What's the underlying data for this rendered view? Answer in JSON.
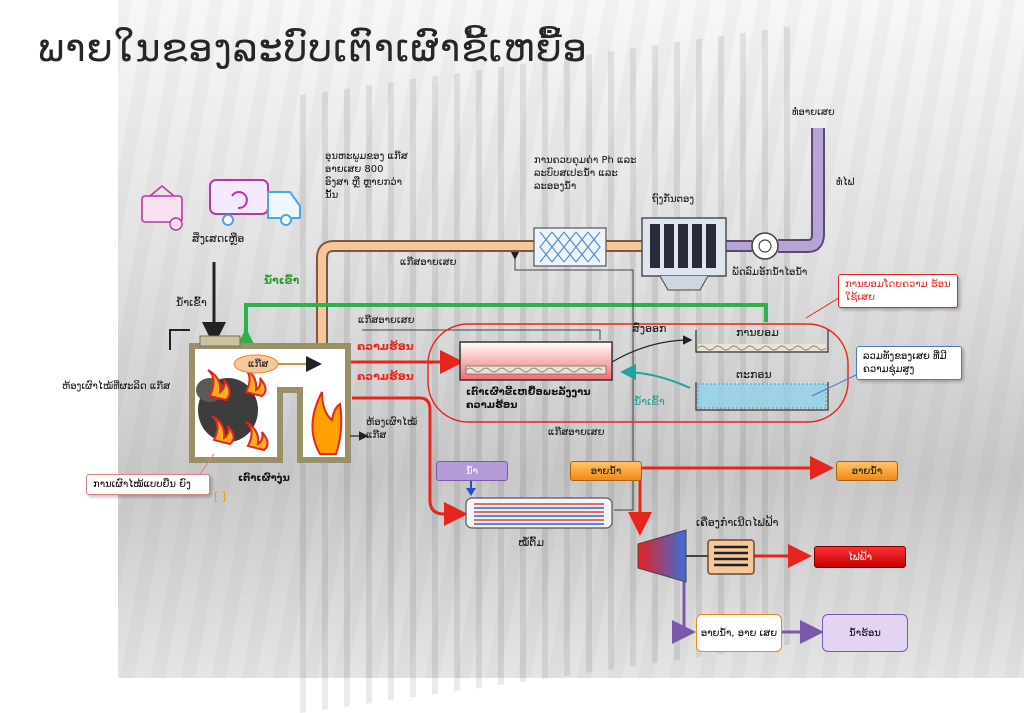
{
  "title": "ພາຍໃນຂອງລະບົບເຕົາເຜົາຂີ້ເຫຍື້ອ",
  "labels": {
    "waste": "ສິ່ງເສດເຫຼືອ",
    "water_in_left": "ນ້ຳເຂົ້າ",
    "water_in_top": "ນ້ຳເຂົ້າ",
    "gas_temp": "ອຸນຫະພູມຂອງ ແກ໊ສອາຍເສຍ 800 ອົງສາ ຫຼື ຫຼາຍກວ່ານັ້ນ",
    "exhaust_gas_top": "ແກ໊ສອາຍເສຍ",
    "exhaust_gas_mid": "ແກ໊ສອາຍເສຍ",
    "exhaust_gas_bottom": "ແກ໊ສອາຍເສຍ",
    "ph_control": "ການຄວບຄຸມຄ່າ Ph ແລະ ລະບົບສເປຣນ້ຳ ແລະ ລະອອງນ້ຳ",
    "bag_filter": "ຖົງກັ່ນຕອງ",
    "fan": "ພັດລົມອັກນ້ຳໄອນ້ຳ",
    "stack": "ທໍ່ອາຍເສຍ",
    "chimney": "ທໍ່ໄຟ",
    "hot1": "ຄວາມຮ້ອນ",
    "hot2": "ຄວາມຮ້ອນ",
    "gas_chamber_label": "ແກ໊ສ",
    "primary_chamber": "ຫ້ອງເຜົາໄໝ້ທີ່ຜະລິດ ແກ໊ສ",
    "secondary_chamber": "ຫ້ອງເຜົາໄໝ້ ແກ໊ສ",
    "kiln": "ເຕົາເຜົາງຸ່ນ",
    "ash_melt": "ເຕົາເຜົາຂີ້ເຫຍື້ອພະລັງງານຄວາມຮ້ອນ",
    "send_out": "ສົ່ງອອກ",
    "upper_layer": "ການຍອມ",
    "sediment": "ຕະກອນ",
    "water_teal": "ນ້ຳເຂົ້າ",
    "callout_top": "ການຍອມໂດຍຄວາມ ຮ້ອນໃຊ້ເສຍ",
    "callout_right": "ລວມທັງຂອງເສຍ ທີ່ມີຄວາມຊຸ່ມສູງ",
    "callout_left": "ການເຜົາໄໝ້ແບບຍືນ ຍົງ",
    "bracket": "[ ]",
    "water_box": "ນ້ຳ",
    "steam_box1": "ອາຍນ້ຳ",
    "steam_box2": "ອາຍນ້ຳ",
    "boiler": "ໝໍ້ຕົ້ມ",
    "generator": "ເຄື່ອງກຳເນີດໄຟຟ້າ",
    "electricity": "ໄຟຟ້າ",
    "steam_exhaust": "ອາຍນ້ຳ, ອາຍ ເສຍ",
    "hot_water": "ນ້ຳຮ້ອນ"
  },
  "colors": {
    "pipe_orange": "#f6c79a",
    "pipe_purple": "#b7a4d6",
    "line_red": "#e8251c",
    "line_green": "#2bb24c",
    "line_teal": "#22a3a3",
    "line_purple": "#7a5aa8",
    "box_orange": "#f29a26",
    "box_purple": "#b59ad9",
    "box_red": "#e60000"
  }
}
